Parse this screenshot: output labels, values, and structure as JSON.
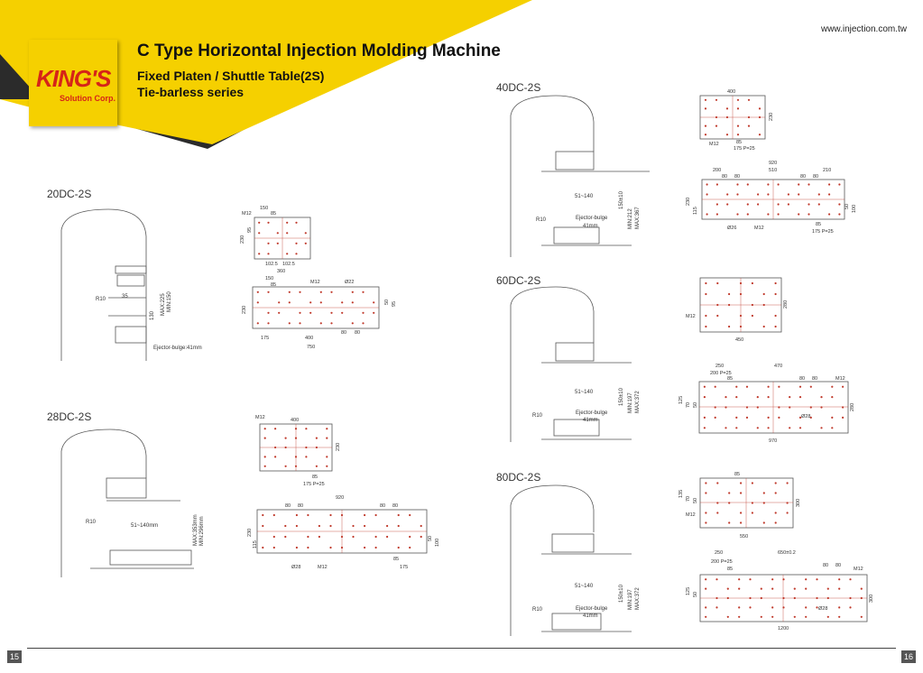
{
  "url": "www.injection.com.tw",
  "logo": {
    "brand": "KING'S",
    "tagline": "Solution Corp."
  },
  "title": "C Type Horizontal Injection Molding Machine",
  "subtitle1": "Fixed Platen / Shuttle Table(2S)",
  "subtitle2": "Tie-barless series",
  "pages": {
    "left": "15",
    "right": "16"
  },
  "colors": {
    "yellow": "#f5d000",
    "red_accent": "#d62418",
    "platen_dot": "#c0392b"
  },
  "models": [
    {
      "name": "20DC-2S",
      "labels": [
        "R10",
        "35",
        "130",
        "MAX:225",
        "MIN:150",
        "Ejector-bulge:41mm"
      ],
      "dims_top": [
        "150",
        "85",
        "M12",
        "230",
        "95",
        "102.5",
        "102.5",
        "360"
      ],
      "dims_bottom": [
        "150",
        "85",
        "M12",
        "Ø22",
        "230",
        "50",
        "95",
        "175",
        "400",
        "80",
        "80",
        "750"
      ]
    },
    {
      "name": "28DC-2S",
      "labels": [
        "R10",
        "51~140mm",
        "MAX:353mm",
        "MIN:296mm"
      ],
      "dims_top": [
        "M12",
        "400",
        "230",
        "85",
        "175 P=25"
      ],
      "dims_bottom": [
        "920",
        "80",
        "80",
        "80",
        "80",
        "230",
        "115",
        "50",
        "100",
        "Ø28",
        "M12",
        "85",
        "175"
      ]
    },
    {
      "name": "40DC-2S",
      "labels": [
        "51~140",
        "R10",
        "Ejector-bulge",
        "41mm",
        "150±10",
        "MIN:212",
        "MAX:367"
      ],
      "dims_top": [
        "400",
        "230",
        "M12",
        "85",
        "175 P=25"
      ],
      "dims_bottom": [
        "920",
        "200",
        "510",
        "210",
        "80",
        "80",
        "80",
        "80",
        "230",
        "115",
        "50",
        "100",
        "85",
        "175 P=25",
        "Ø26",
        "M12"
      ]
    },
    {
      "name": "60DC-2S",
      "labels": [
        "51~140",
        "R10",
        "Ejector-bulge",
        "41mm",
        "150±10",
        "MIN:197",
        "MAX:372"
      ],
      "dims_top": [
        "M12",
        "280",
        "450"
      ],
      "dims_bottom": [
        "250",
        "470",
        "200 P=25",
        "85",
        "80",
        "80",
        "M12",
        "125",
        "70",
        "50",
        "Ø28",
        "280",
        "970"
      ]
    },
    {
      "name": "80DC-2S",
      "labels": [
        "51~140",
        "R10",
        "Ejector-bulge",
        "41mm",
        "150±10",
        "MIN:197",
        "MAX:372"
      ],
      "dims_top": [
        "85",
        "135",
        "70",
        "50",
        "M12",
        "300",
        "550"
      ],
      "dims_bottom": [
        "250",
        "650±0.2",
        "200 P=25",
        "85",
        "80",
        "80",
        "M12",
        "125",
        "50",
        "Ø28",
        "300",
        "1200"
      ]
    }
  ]
}
